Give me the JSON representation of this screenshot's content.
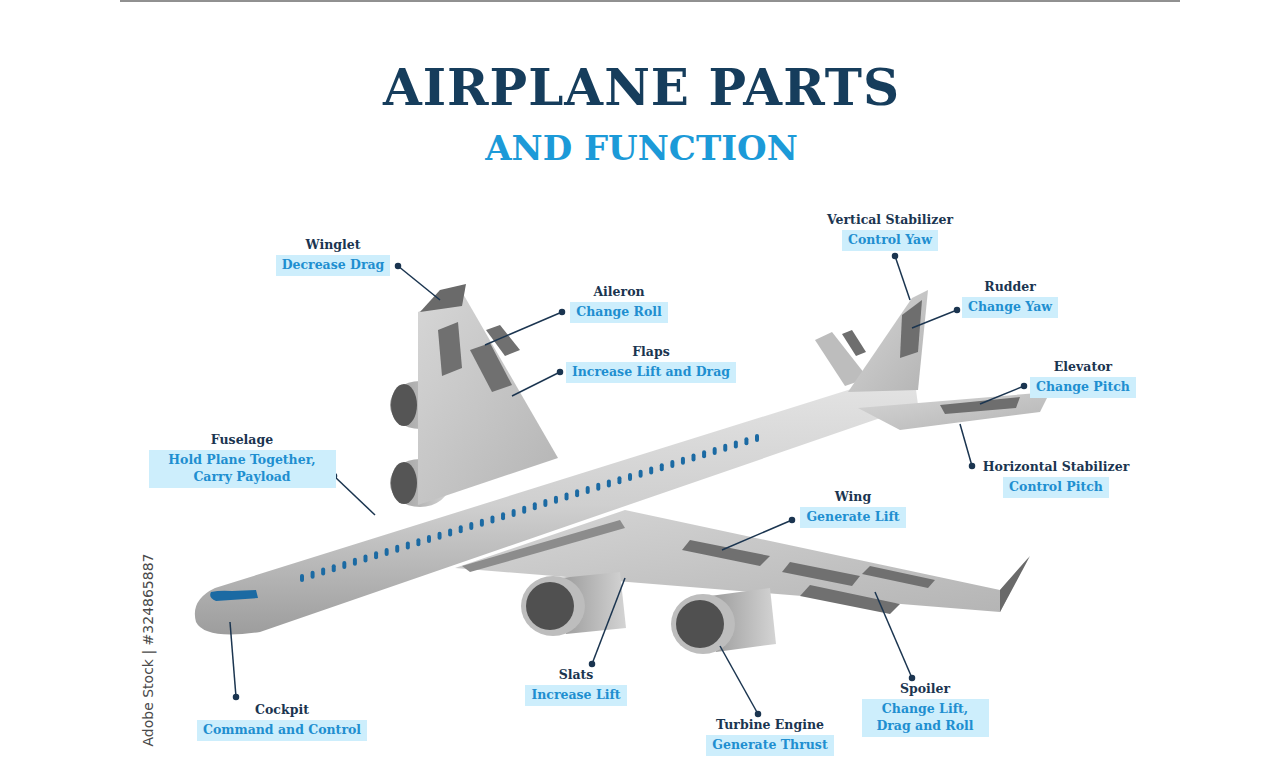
{
  "diagram": {
    "title": "AIRPLANE PARTS",
    "nodes": [
      {
        "text": [
          "Vertical Stabilizer",
          "Control Yaw"
        ]
      },
      {
        "text": [
          "Winglet",
          "Decrease Drag"
        ]
      },
      {
        "text": [
          "Rudder",
          "Change Yaw"
        ]
      },
      {
        "text": [
          "Aileron",
          "Change Roll"
        ]
      },
      {
        "text": [
          "Flaps",
          "Increase Lift and Drag"
        ]
      },
      {
        "text": [
          "Elevator",
          "Change Pitch"
        ]
      },
      {
        "text": [
          "Fuselage",
          "Hold Plane Together, Carry Payload"
        ]
      },
      {
        "text": [
          "Horizontal Stabilizer",
          "Control Pitch"
        ]
      },
      {
        "text": [
          "Wing",
          "Generate Lift"
        ]
      },
      {
        "text": [
          "Slats",
          "Increase Lift"
        ]
      },
      {
        "text": [
          "Spoiler",
          "Change Lift, Drag and Roll"
        ]
      },
      {
        "text": [
          "Cockpit",
          "Command and Control"
        ]
      },
      {
        "text": [
          "Turbine Engine",
          "Generate Thrust"
        ]
      }
    ],
    "labels": [
      "AND FUNCTION",
      "Adobe Stock | #324865887"
    ]
  }
}
